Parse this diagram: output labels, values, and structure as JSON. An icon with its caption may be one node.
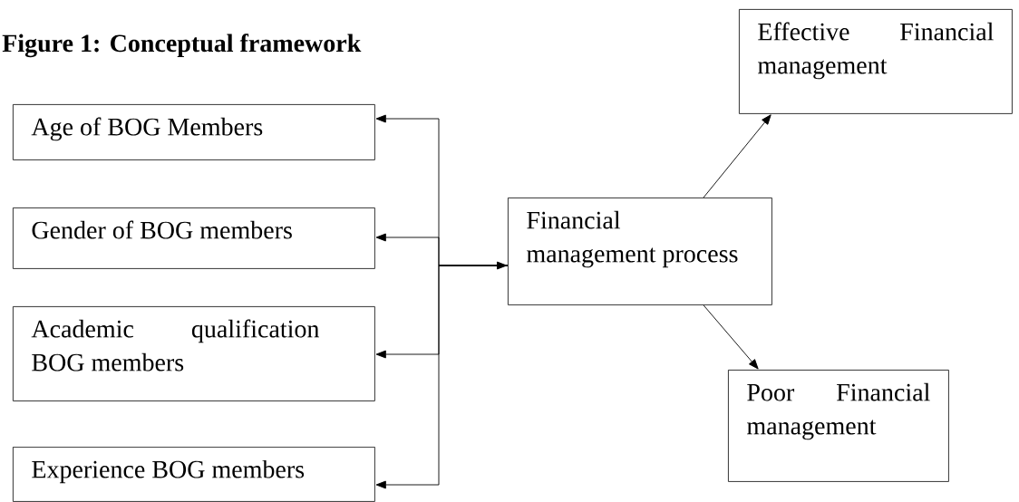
{
  "diagram": {
    "title": "Figure 1: Conceptual framework",
    "nodes": [
      {
        "text": [
          "Age of BOG Members"
        ]
      },
      {
        "text": [
          "Gender of BOG members"
        ]
      },
      {
        "text": [
          "Academic qualification BOG members"
        ]
      },
      {
        "text": [
          "Experience BOG members"
        ]
      },
      {
        "text": [
          "Financial management process"
        ]
      },
      {
        "text": [
          "Effective Financial management"
        ]
      },
      {
        "text": [
          "Poor Financial management"
        ]
      }
    ],
    "edges": [
      {
        "from": 4,
        "to": 0,
        "arrow": "to"
      },
      {
        "from": 4,
        "to": 1,
        "arrow": "to"
      },
      {
        "from": 4,
        "to": 2,
        "arrow": "to"
      },
      {
        "from": 4,
        "to": 3,
        "arrow": "to"
      },
      {
        "from": 4,
        "to": 5,
        "arrow": "to"
      },
      {
        "from": 4,
        "to": 6,
        "arrow": "to"
      },
      {
        "from": null,
        "to": 4,
        "arrow": "to"
      }
    ]
  }
}
